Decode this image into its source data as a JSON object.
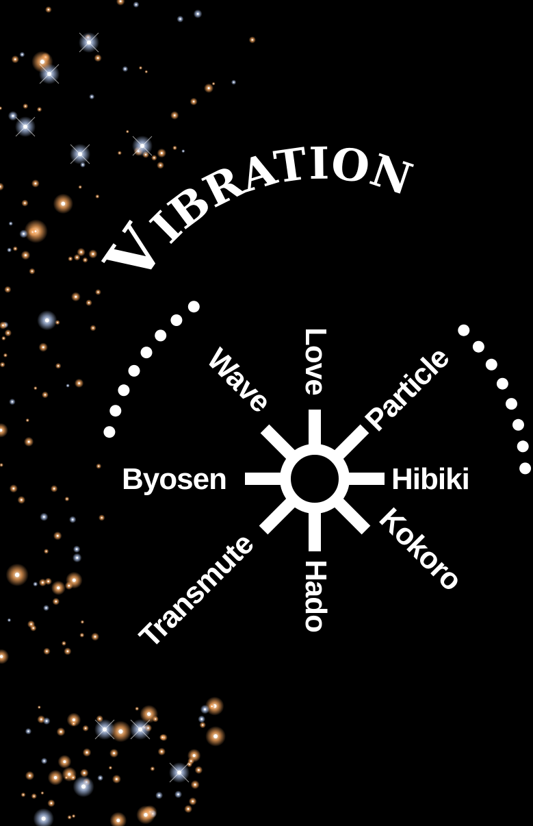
{
  "title": {
    "initial": "V",
    "rest": "IBRATION"
  },
  "center": {
    "labels": {
      "top": "Love",
      "top_right": "Particle",
      "right": "Hibiki",
      "bottom_right": "Kokoro",
      "bottom": "Hado",
      "bottom_left": "Transmute",
      "left": "Byosen",
      "top_left": "Wave"
    }
  },
  "colors": {
    "background": "#000000",
    "foreground": "#ffffff",
    "star_warm": "#f2a25a",
    "star_cool": "#d8e6ff"
  }
}
